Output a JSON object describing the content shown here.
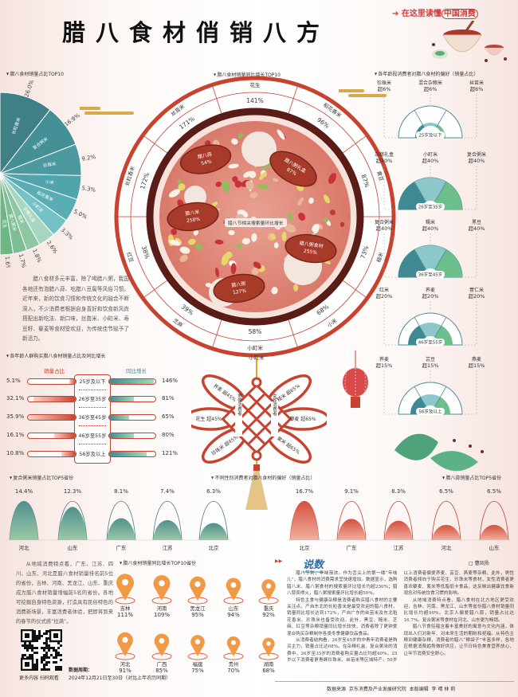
{
  "header": {
    "title": "腊八食材俏销八方",
    "brand_prefix": "在这里读懂",
    "brand_highlight": "中国消费"
  },
  "share_section": {
    "title": "腊八食材销量占比TOP10",
    "items": [
      {
        "name": "长粒香米",
        "value": "26.0%"
      },
      {
        "name": "复合粥米",
        "value": "16.9%"
      },
      {
        "name": "珍珠米",
        "value": "9.2%"
      },
      {
        "name": "小米",
        "value": "5.3%"
      },
      {
        "name": "稻花香米",
        "value": "5.0%"
      },
      {
        "name": "小町米",
        "value": "3.3%"
      },
      {
        "name": "杂粮礼盒",
        "value": "2.6%"
      },
      {
        "name": "糙米",
        "value": "1.8%"
      },
      {
        "name": "腊八粥米",
        "value": "1.7%"
      },
      {
        "name": "花生",
        "value": "1.6%"
      }
    ]
  },
  "growth_wheel": {
    "title": "腊八食材销量同比增长TOP10",
    "items": [
      {
        "name": "花生",
        "value": "141%"
      },
      {
        "name": "稻花香米",
        "value": "96%"
      },
      {
        "name": "黄豆",
        "value": "87%"
      },
      {
        "name": "糙米",
        "value": "73%"
      },
      {
        "name": "小米",
        "value": "68%"
      },
      {
        "name": "小町米",
        "value": "58%"
      },
      {
        "name": "芝麻",
        "value": "39%"
      },
      {
        "name": "红豆",
        "value": "38%"
      },
      {
        "name": "长粒香米",
        "value": "172%"
      },
      {
        "name": "丝苗米",
        "value": "171%"
      }
    ],
    "center_label": "腊八节相关搜索量环比增长",
    "search_items": [
      {
        "name": "腊八蒜",
        "value": "54%"
      },
      {
        "name": "腊八粥礼盒",
        "value": "87%"
      },
      {
        "name": "腊八米",
        "value": "258%"
      },
      {
        "name": "腊八粥食材",
        "value": "255%"
      },
      {
        "name": "腊八粥",
        "value": "127%"
      }
    ]
  },
  "intro_paragraph": "腊八食材多元丰富，除了喝腊八粥，我国各地还有泡腊八蒜、吃腊八豆腐等风俗习惯。近年来，新的饮食习惯和传统文化的融合不断深入，不少消费者根据自身喜好和饮食新风尚搭配出新吃法、新口味，丝苗米、小町米、寿豆籽、藜麦等食材受欢迎，为传统佳节赋予了新活力。",
  "age_preference": {
    "title": "各年龄段消费者对腊八食材的偏好（销量占比）",
    "groups": [
      {
        "age": "25岁及以下",
        "level": 0.06,
        "items": [
          {
            "name": "珍珠米",
            "value": "超6%"
          },
          {
            "name": "混合杂粮米",
            "value": "超6%"
          },
          {
            "name": "丝苗米",
            "value": "超6%"
          }
        ]
      },
      {
        "age": "26岁至35岁",
        "level": 0.4,
        "items": [
          {
            "name": "杂粮礼盒",
            "value": "超40%"
          },
          {
            "name": "小町米",
            "value": "超40%"
          },
          {
            "name": "复合粥米",
            "value": "超40%"
          }
        ]
      },
      {
        "age": "36岁至45岁",
        "level": 0.4,
        "items": [
          {
            "name": "复合粥米",
            "value": "超40%"
          },
          {
            "name": "糯米",
            "value": "超40%"
          },
          {
            "name": "黑豆",
            "value": "超40%"
          }
        ]
      },
      {
        "age": "46岁至55岁",
        "level": 0.2,
        "items": [
          {
            "name": "红米",
            "value": "超20%"
          },
          {
            "name": "荞麦",
            "value": "超20%"
          },
          {
            "name": "薏仁米",
            "value": "超20%"
          }
        ]
      },
      {
        "age": "56岁及以上",
        "level": 0.15,
        "items": [
          {
            "name": "荞麦",
            "value": "超15%"
          },
          {
            "name": "芸豆",
            "value": "超15%"
          },
          {
            "name": "燕麦",
            "value": "超15%"
          }
        ]
      }
    ]
  },
  "age_bars": {
    "title": "各年龄人群购买腊八食材销量占比及同比增长",
    "left_header": "销量占比",
    "right_header": "同比增长",
    "rows": [
      {
        "age": "25岁及以下",
        "share": "5.1%",
        "share_v": 5.1,
        "growth": "146%",
        "growth_v": 146
      },
      {
        "age": "26岁至35岁",
        "share": "32.1%",
        "share_v": 32.1,
        "growth": "81%",
        "growth_v": 81
      },
      {
        "age": "36岁至45岁",
        "share": "35.9%",
        "share_v": 35.9,
        "growth": "65%",
        "growth_v": 65
      },
      {
        "age": "46岁至55岁",
        "share": "16.1%",
        "share_v": 16.1,
        "growth": "80%",
        "growth_v": 80
      },
      {
        "age": "56岁及以上",
        "share": "10.8%",
        "share_v": 10.8,
        "growth": "121%",
        "growth_v": 121
      }
    ]
  },
  "gender_knot": {
    "title": "不同性别消费者对腊八食材的偏好（销量占比）",
    "male_label": "男性消费者",
    "female_label": "女性消费者",
    "male": [
      {
        "name": "荞麦",
        "value": "超45%"
      },
      {
        "name": "花生",
        "value": "超45%"
      },
      {
        "name": "珍珠米",
        "value": "超45%"
      }
    ],
    "female": [
      {
        "name": "糙米",
        "value": "超65%"
      },
      {
        "name": "藜麦",
        "value": "超65%"
      },
      {
        "name": "紫米",
        "value": "超65%"
      }
    ]
  },
  "chart_data": [
    {
      "type": "bar",
      "title": "复合粥米销量占比TOP5省份",
      "categories": [
        "河北",
        "山东",
        "广东",
        "江苏",
        "北京"
      ],
      "values": [
        14.4,
        12.3,
        8.1,
        7.4,
        6.3
      ],
      "labels": [
        "14.4%",
        "12.3%",
        "8.1%",
        "7.4%",
        "6.3%"
      ],
      "unit": "%"
    },
    {
      "type": "bar",
      "title": "腊八蒜销量占比TOP5省份",
      "categories": [
        "北京",
        "广东",
        "江苏",
        "河北",
        "山东"
      ],
      "values": [
        16.7,
        9.1,
        8.3,
        6.5,
        6.5
      ],
      "labels": [
        "16.7%",
        "9.1%",
        "8.3%",
        "6.5%",
        "6.5%"
      ],
      "unit": "%"
    }
  ],
  "region_text": "从地域消费特点看，广东、江苏、四川、山东、河北是腊八食材销量排名前5位的省份，吉林、河南、黑龙江、山东、重庆成为腊八食材销量增幅前5名的省份。各地可挖掘自身特色资源，打造具有民俗特色的消费新场景，丰富消费者体验，把即将到来的春节的仪式感“拉满”。",
  "qr": {
    "caption": "更多内容 扫码观看"
  },
  "data_period": {
    "label": "数据周期：",
    "value": "2024年12月21日至30日（对比上年农历同期）"
  },
  "province_growth": {
    "title": "腊八食材销量同比增长TOP10省份",
    "items": [
      {
        "name": "吉林",
        "value": "111%"
      },
      {
        "name": "河南",
        "value": "109%"
      },
      {
        "name": "黑龙江",
        "value": "95%"
      },
      {
        "name": "山东",
        "value": "94%"
      },
      {
        "name": "重庆",
        "value": "92%"
      },
      {
        "name": "河北",
        "value": "91%"
      },
      {
        "name": "广西",
        "value": "85%"
      },
      {
        "name": "福建",
        "value": "75%"
      },
      {
        "name": "贵州",
        "value": "70%"
      },
      {
        "name": "湖南",
        "value": "68%"
      }
    ]
  },
  "article": {
    "heading": "说数",
    "author": "曹凤扬",
    "paragraphs": [
      "腊八节到，年味渐浓。作为舌尖上的第一缕“年味儿”，腊八食材的消费需求呈快速增加。数据显示，选购腊八米、腊八粥食材的搜索量环比增长均超250%；腊八蒜卖得火，腊八粥搜索量环比增长超50%。",
      "特色主食与健康杂粮是消费者购买腊八食材的主要关注点。产自东北的长粒香米是最受欢迎的腊八食材，销量同比增长达到172%，产自广东的丝苗米及东北稻花香米、珍珠米也备受欢迎。此外，黑豆、糙米、芝麻、红豆等杂粮销量同比增长较快，消费者除了更钟爱混合购买杂粮制作各类冬季健康饮品食品。",
      "从消费者结构看，26岁至45岁的中青年消费者是购买主力，销量占比达68%。在杂粮礼盒、复合粥米的消费中，26岁至35岁的消费者购买量占比均超40%。25岁以下消费者更青睐珍珠米、丝苗米等区域特产，56岁以上消费者偏爱荞麦、芸豆、燕麦等杂粮。此外，男性消费者倾向于购买花生、珍珠米等食材，女性消费者更喜欢藜麦、紫米等低脂低卡食品，这反映出健康饮食新观念对传统饮食习惯的影响。",
      "从地域消费特点看，腊八食材在北方地区更受欢迎，吉林、河南、黑龙江、山东等省份腊八食材销量同比增长均超90%。北京人偏爱腊八蒜，销量占比达16.7%。复合粥米等食材在河北、山东更为畅销。",
      "腊八节食俗蕴含着丰富美好的寓意与文化内涵，体现出人们对新年、对未来生活的期盼和祝福。从特色主粮到健康杂粮，消费者的腊八“粮袋子”丰富多样，各地应根据消费趋势做好供应，让节日特色美食营养放心，让年节消费安全舒心。"
    ]
  },
  "footer": {
    "source_label": "数据来源",
    "source": "京东消费及产业发展研究院",
    "editor_label": "本版编辑",
    "editors": "李 晴 林 莉"
  },
  "colors": {
    "red": "#c8432f",
    "dark_red": "#5a1c17",
    "teal": "#3f8a92",
    "light_teal": "#8cc8c9",
    "green": "#6cbf8a",
    "orange": "#e88a3a"
  }
}
